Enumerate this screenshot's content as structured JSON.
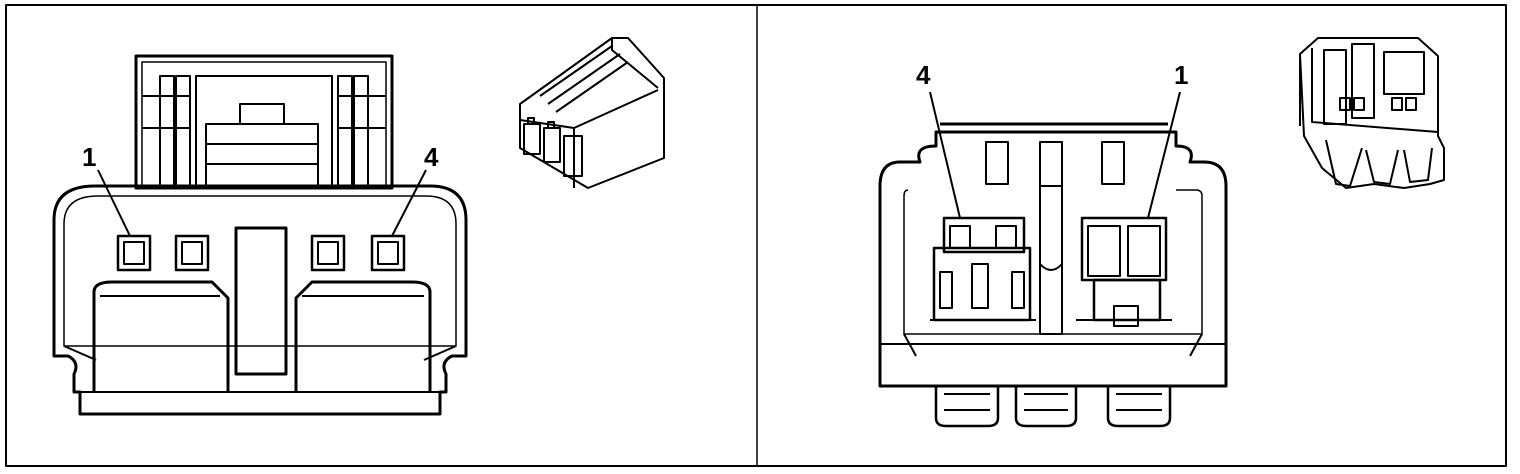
{
  "left_connector": {
    "pin_label_first": "1",
    "pin_label_last": "4"
  },
  "right_connector": {
    "pin_label_first": "1",
    "pin_label_last": "4"
  },
  "colors": {
    "line": "#000000",
    "background": "#ffffff"
  }
}
